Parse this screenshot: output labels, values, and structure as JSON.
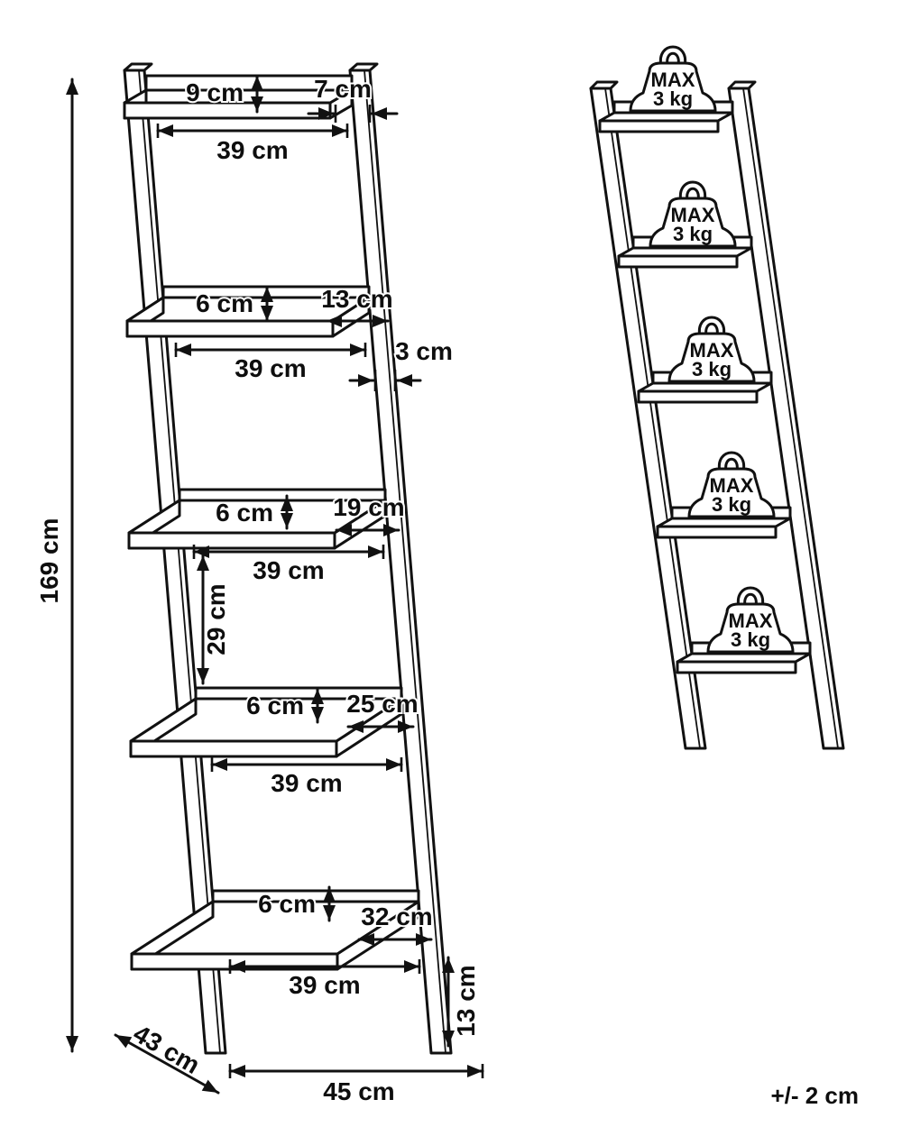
{
  "left_view": {
    "height": "169 cm",
    "shelf_widths": [
      "39 cm",
      "39 cm",
      "39 cm",
      "39 cm",
      "39 cm"
    ],
    "shelves": [
      {
        "lip": "9 cm",
        "depth": "7 cm"
      },
      {
        "lip": "6 cm",
        "depth": "13 cm"
      },
      {
        "lip": "6 cm",
        "depth": "19 cm"
      },
      {
        "lip": "6 cm",
        "depth": "25 cm"
      },
      {
        "lip": "6 cm",
        "depth": "32 cm"
      }
    ],
    "rail_thickness": "3 cm",
    "shelf_spacing": "29 cm",
    "bottom_shelf_height": "13 cm",
    "base_width": "45 cm",
    "base_depth": "43 cm"
  },
  "right_view": {
    "weights": [
      {
        "max": "MAX",
        "load": "3 kg"
      },
      {
        "max": "MAX",
        "load": "3 kg"
      },
      {
        "max": "MAX",
        "load": "3 kg"
      },
      {
        "max": "MAX",
        "load": "3 kg"
      },
      {
        "max": "MAX",
        "load": "3 kg"
      }
    ]
  },
  "footer": {
    "tolerance": "+/- 2 cm"
  }
}
